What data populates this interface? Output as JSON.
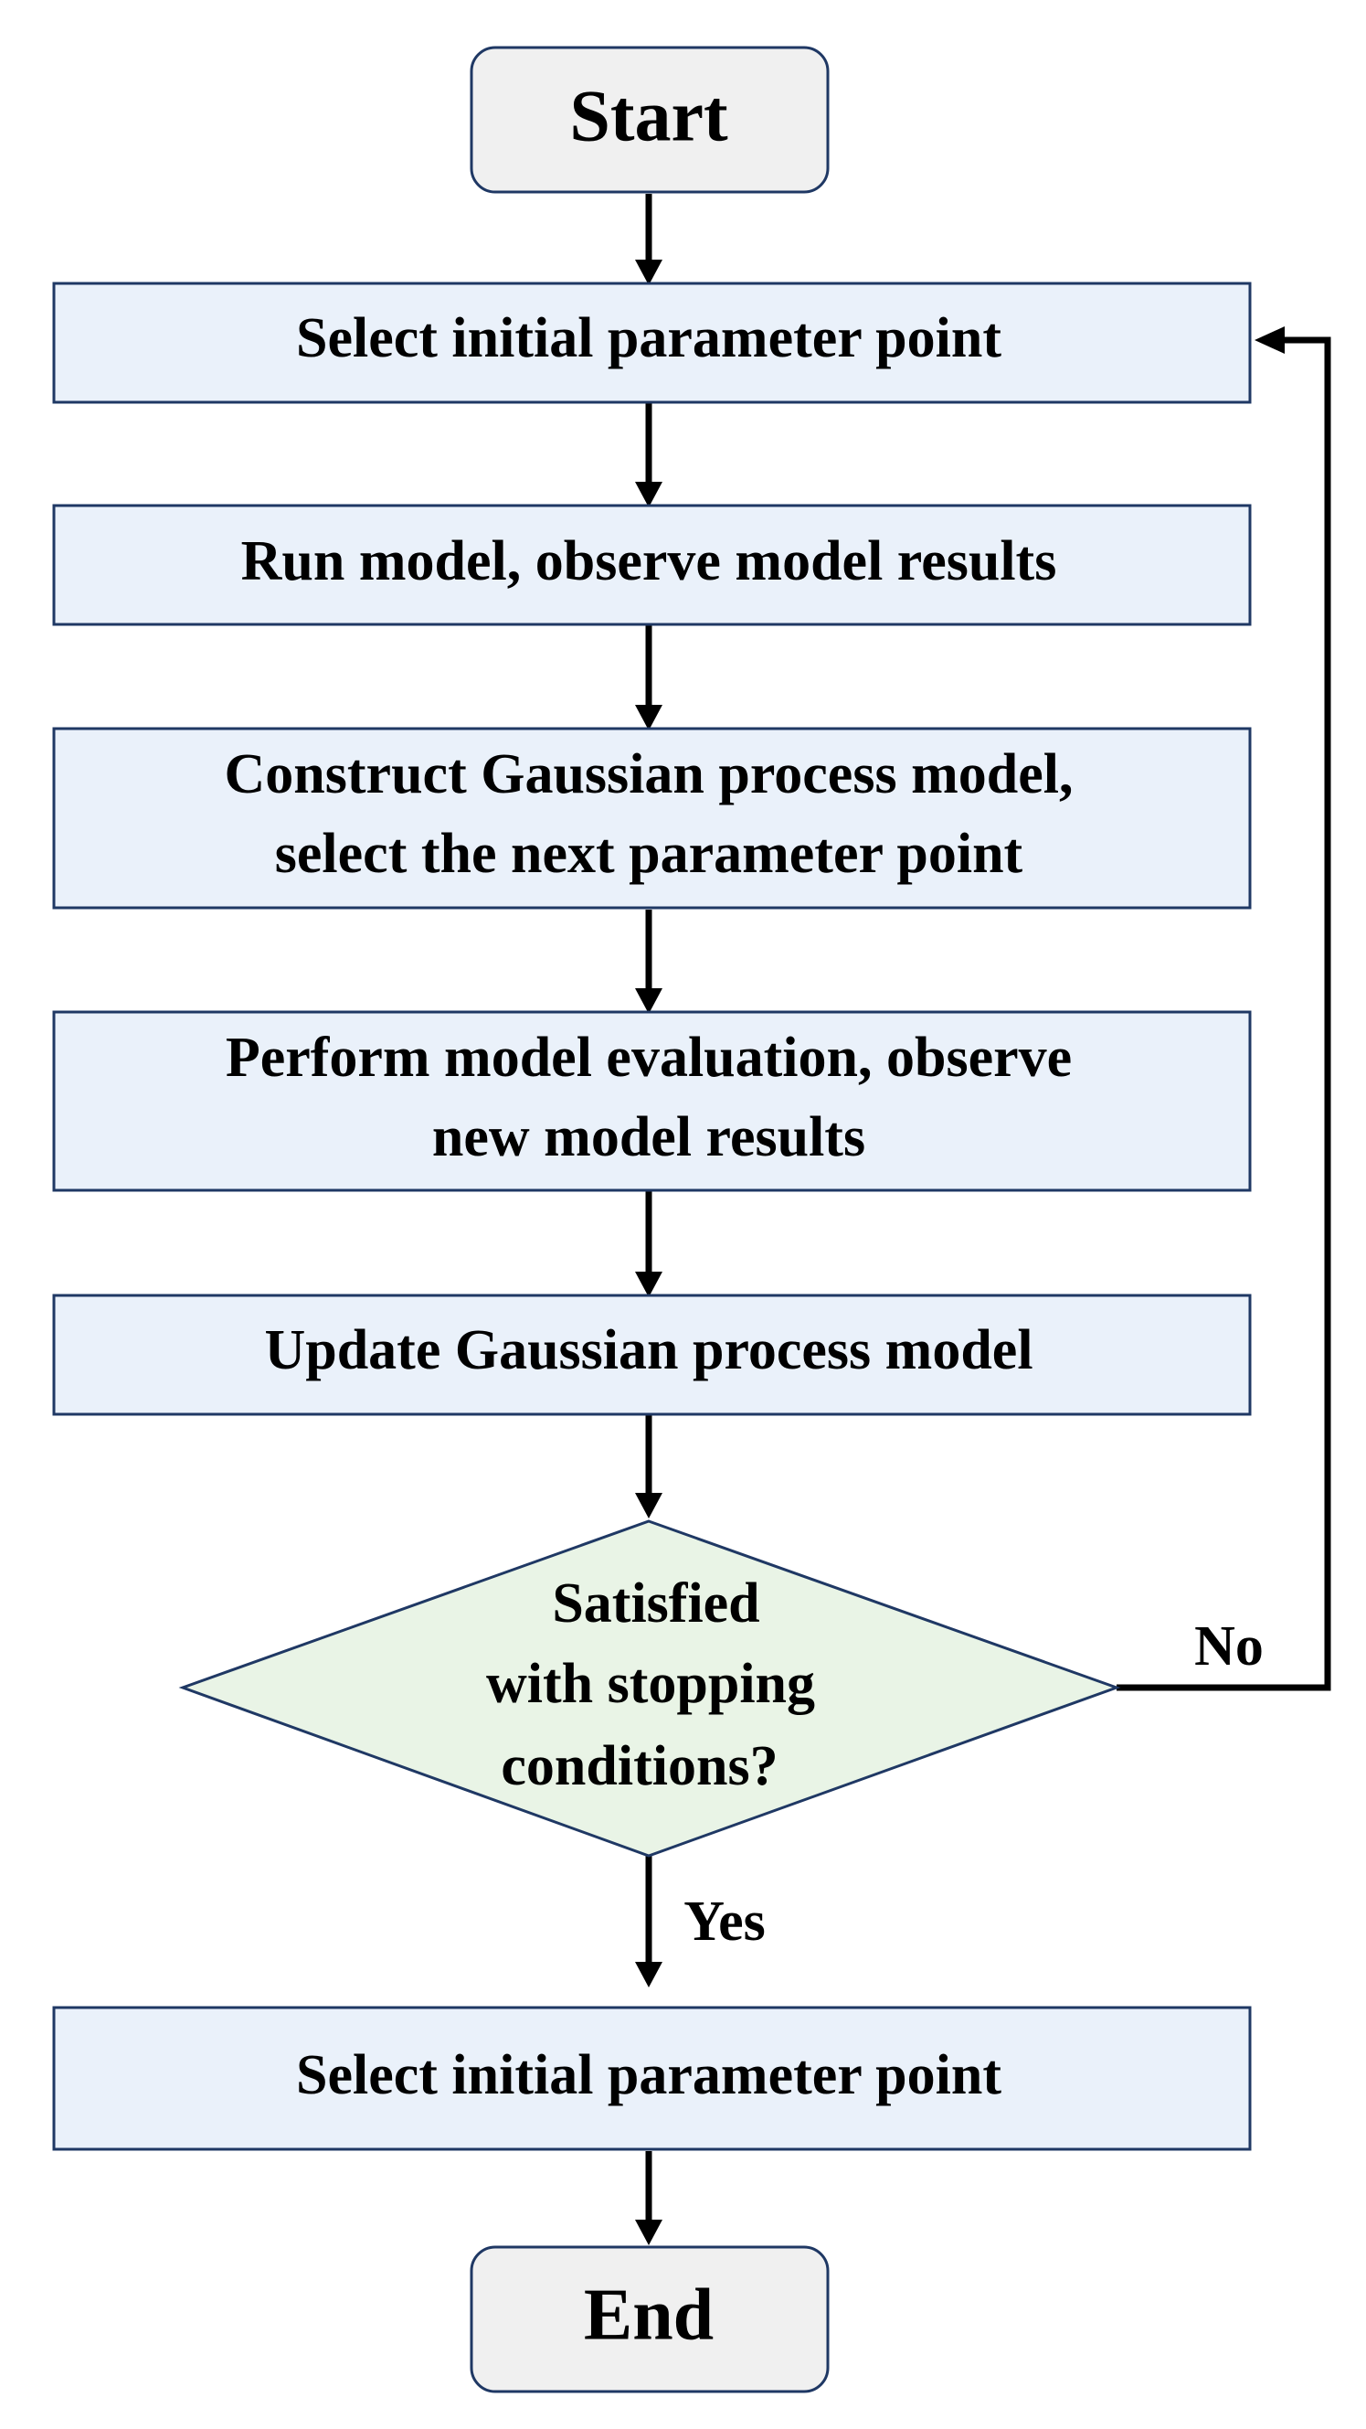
{
  "colors": {
    "terminal_fill": "#f0f0f0",
    "process_fill": "#eaf1fa",
    "decision_fill": "#e9f4e6",
    "border": "#1f3864",
    "arrow": "#000000"
  },
  "start": {
    "label": "Start"
  },
  "steps": [
    {
      "lines": [
        "Select initial parameter point"
      ]
    },
    {
      "lines": [
        "Run model, observe model results"
      ]
    },
    {
      "lines": [
        "Construct Gaussian process model,",
        "select the next parameter point"
      ]
    },
    {
      "lines": [
        "Perform model evaluation, observe",
        "new model results"
      ]
    },
    {
      "lines": [
        "Update Gaussian process model"
      ]
    }
  ],
  "decision": {
    "lines": [
      "Satisfied",
      "with stopping",
      "conditions?"
    ]
  },
  "edges": {
    "no_label": "No",
    "yes_label": "Yes"
  },
  "final_step": {
    "lines": [
      "Select initial parameter point"
    ]
  },
  "end": {
    "label": "End"
  }
}
